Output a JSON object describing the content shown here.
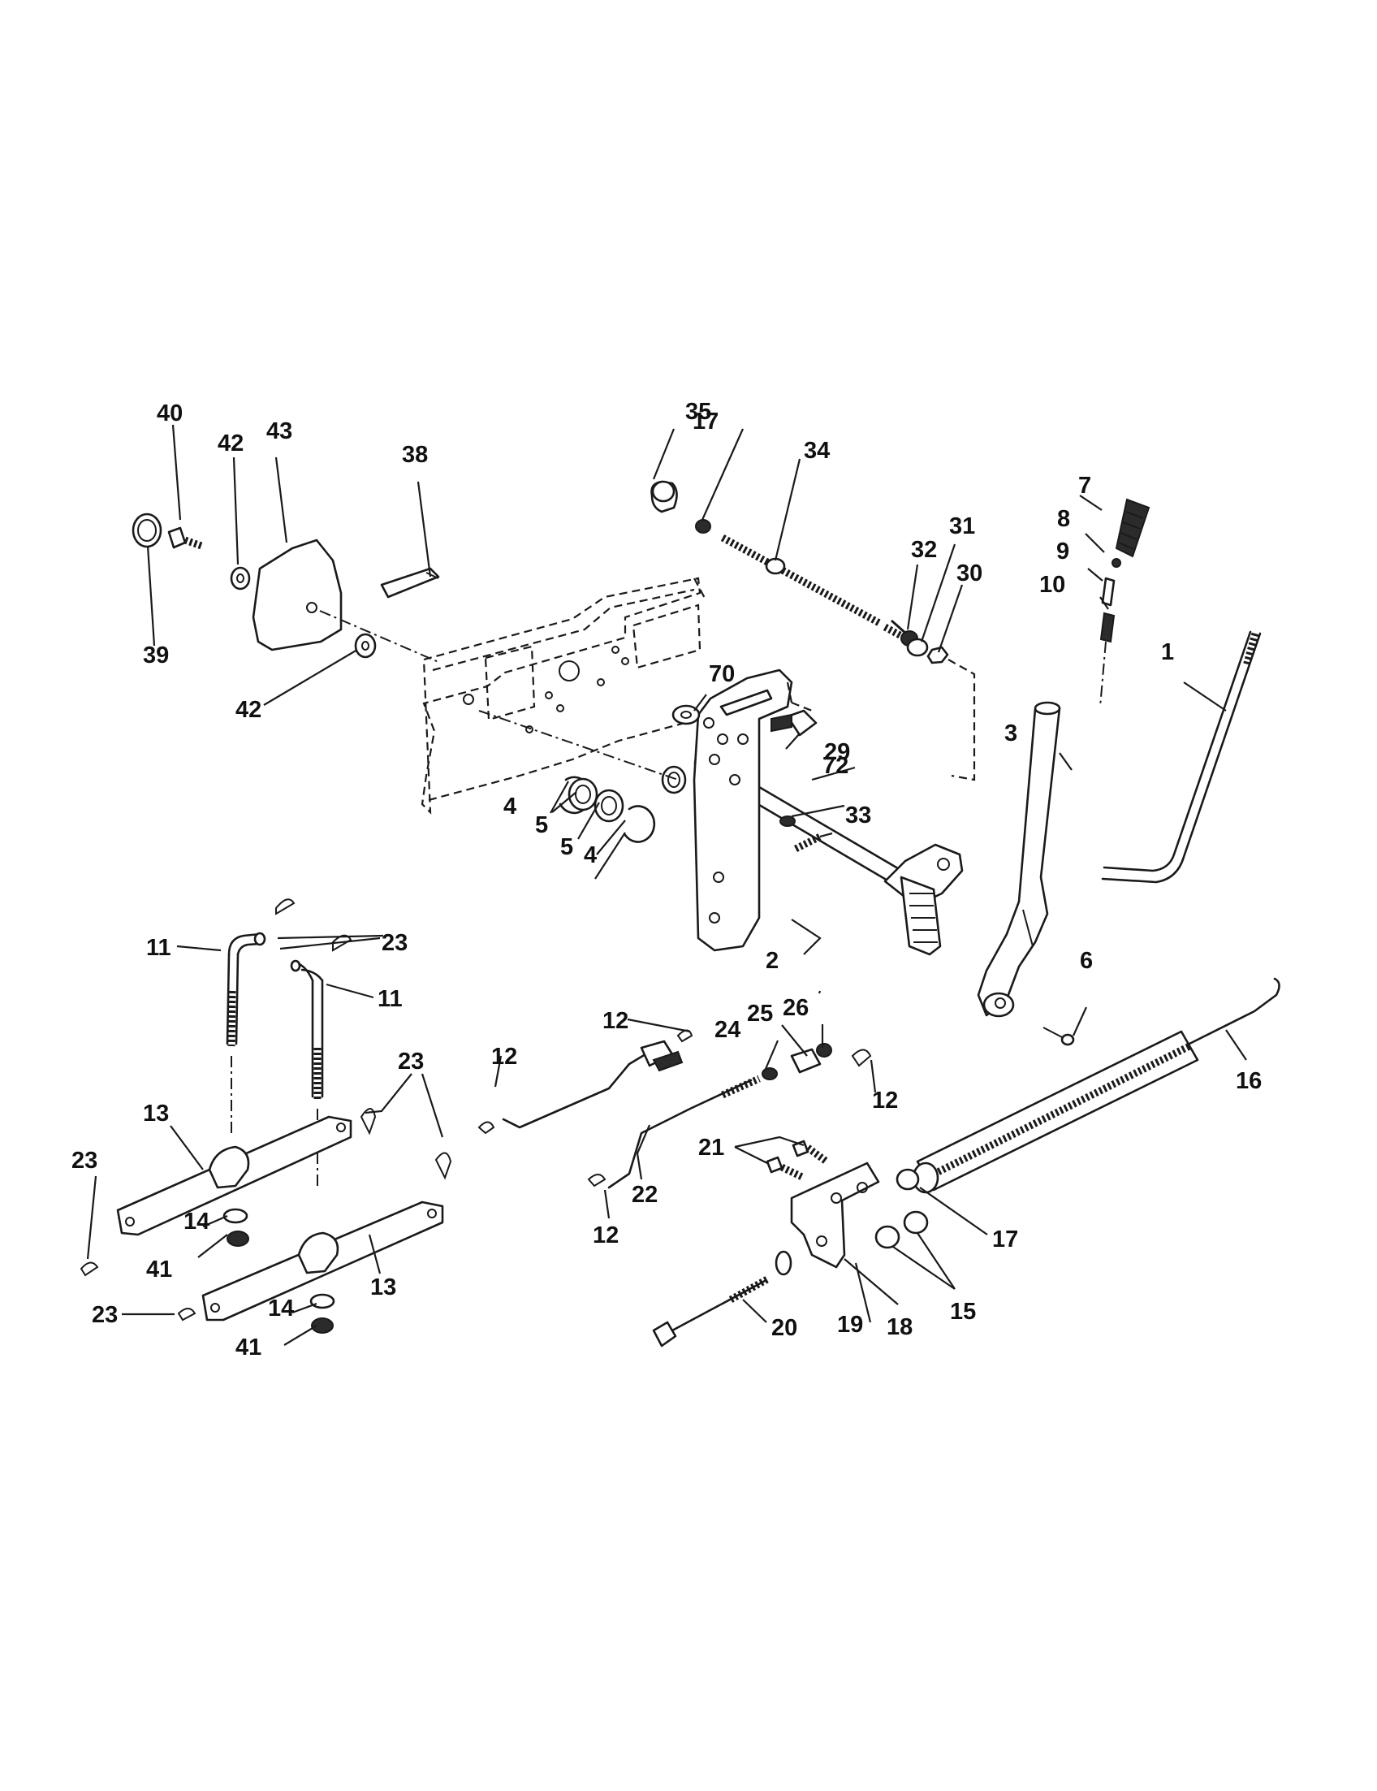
{
  "diagram": {
    "labels": {
      "n1": "1",
      "n2": "2",
      "n3": "3",
      "n4a": "4",
      "n4b": "4",
      "n5a": "5",
      "n5b": "5",
      "n6": "6",
      "n7": "7",
      "n8": "8",
      "n9": "9",
      "n10": "10",
      "n11a": "11",
      "n11b": "11",
      "n12a": "12",
      "n12b": "12",
      "n12c": "12",
      "n12d": "12",
      "n13a": "13",
      "n13b": "13",
      "n14a": "14",
      "n14b": "14",
      "n15": "15",
      "n16": "16",
      "n17a": "17",
      "n17b": "17",
      "n18": "18",
      "n19": "19",
      "n20": "20",
      "n21": "21",
      "n22": "22",
      "n23a": "23",
      "n23b": "23",
      "n23c": "23",
      "n23d": "23",
      "n24": "24",
      "n25": "25",
      "n26": "26",
      "n29": "29",
      "n30": "30",
      "n31": "31",
      "n32": "32",
      "n33": "33",
      "n34": "34",
      "n35": "35",
      "n38": "38",
      "n39": "39",
      "n40": "40",
      "n41a": "41",
      "n41b": "41",
      "n42a": "42",
      "n42b": "42",
      "n43": "43",
      "n70": "70",
      "n72": "72"
    }
  }
}
